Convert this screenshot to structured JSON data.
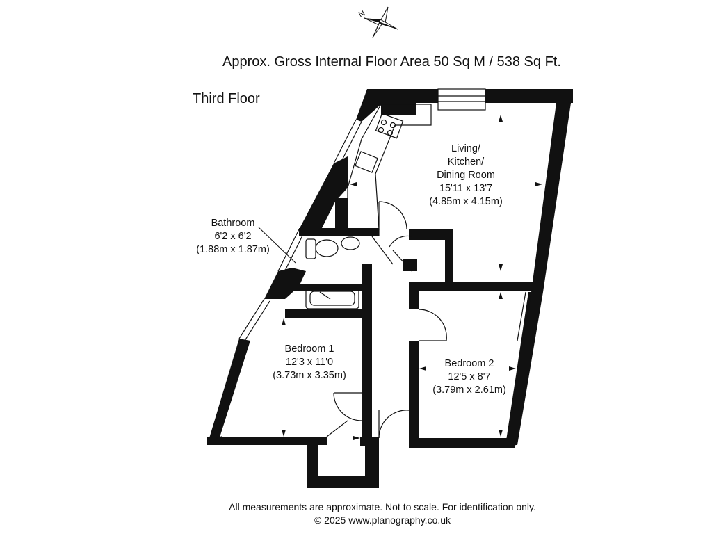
{
  "header": {
    "compass_letter": "N",
    "area_title": "Approx. Gross Internal Floor Area 50 Sq M / 538 Sq Ft.",
    "floor_label": "Third Floor"
  },
  "rooms": {
    "living": {
      "line1": "Living/",
      "line2": "Kitchen/",
      "line3": "Dining Room",
      "imperial": "15'11 x 13'7",
      "metric": "(4.85m x 4.15m)"
    },
    "bathroom": {
      "name": "Bathroom",
      "imperial": "6'2 x 6'2",
      "metric": "(1.88m x 1.87m)"
    },
    "bedroom1": {
      "name": "Bedroom 1",
      "imperial": "12'3 x 11'0",
      "metric": "(3.73m x 3.35m)"
    },
    "bedroom2": {
      "name": "Bedroom 2",
      "imperial": "12'5 x 8'7",
      "metric": "(3.79m x 2.61m)"
    }
  },
  "footer": {
    "disclaimer": "All measurements are approximate. Not to scale. For identification only.",
    "copyright": "© 2025 www.planography.co.uk"
  },
  "colors": {
    "wall": "#111111",
    "background": "#ffffff"
  }
}
